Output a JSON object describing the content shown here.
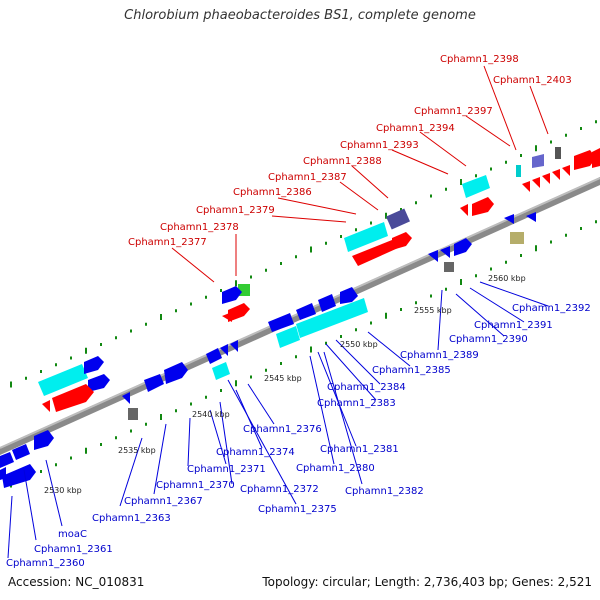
{
  "title": "Chlorobium phaeobacteroides BS1, complete genome",
  "footer": {
    "accession": "Accession: NC_010831",
    "topology": "Topology: circular; Length: 2,736,403 bp; Genes: 2,521"
  },
  "colors": {
    "backbone": "#8a8a8a",
    "top_label": "#cc0000",
    "bottom_label": "#0000cc",
    "cds_forward": "#ff0000",
    "cds_reverse": "#0000ee",
    "gene_forward": "#00eeee",
    "misc_gray": "#777777",
    "tick_green": "#118811"
  },
  "kbp_labels": [
    "2530 kbp",
    "2535 kbp",
    "2540 kbp",
    "2545 kbp",
    "2550 kbp",
    "2555 kbp",
    "2560 kbp"
  ],
  "top_labels": [
    "Cphamn1_2398",
    "Cphamn1_2403",
    "Cphamn1_2397",
    "Cphamn1_2394",
    "Cphamn1_2393",
    "Cphamn1_2388",
    "Cphamn1_2387",
    "Cphamn1_2386",
    "Cphamn1_2379",
    "Cphamn1_2378",
    "Cphamn1_2377"
  ],
  "bottom_labels": [
    "Cphamn1_2392",
    "Cphamn1_2391",
    "Cphamn1_2390",
    "Cphamn1_2389",
    "Cphamn1_2385",
    "Cphamn1_2384",
    "Cphamn1_2383",
    "Cphamn1_2376",
    "Cphamn1_2374",
    "Cphamn1_2381",
    "Cphamn1_2371",
    "Cphamn1_2380",
    "Cphamn1_2370",
    "Cphamn1_2372",
    "Cphamn1_2382",
    "Cphamn1_2367",
    "Cphamn1_2375",
    "Cphamn1_2363",
    "moaC",
    "Cphamn1_2361",
    "Cphamn1_2360"
  ]
}
